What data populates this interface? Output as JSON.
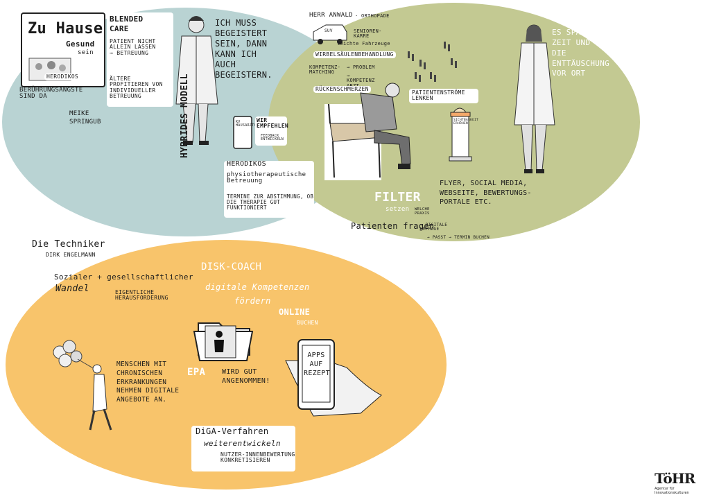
{
  "colors": {
    "blue_region": "#b9d3d3",
    "green_region": "#c3c992",
    "yellow_region": "#f8c46b",
    "ink": "#1b1b1b",
    "paper": "#ffffff"
  },
  "icons": [
    "house-sketch",
    "doctor-figure",
    "car-sketch",
    "footsteps",
    "patient-on-chair",
    "advertising-column",
    "tablet-sketch",
    "folder-icon",
    "person-icon",
    "smartphone-in-hand",
    "balloon-person",
    "doctor-figure-female",
    "arrow"
  ],
  "blue": {
    "zu_hause": "Zu Hause",
    "gesund": "Gesund",
    "sein": "sein",
    "herodikos_photo": "Herodikos",
    "beruehrung": "Berührungsängste sind da",
    "meike": "Meike",
    "springub": "Springub",
    "blended_1": "Blended",
    "blended_2": "care",
    "patient_alone": "Patient nicht allein lassen → Betreuung",
    "aeltere": "Ältere profitieren von individueller Betreuung",
    "ich_muss": "Ich muss begeistert sein, dann kann ich auch begeistern.",
    "hybrides": "Hybrides Modell",
    "kv": "KV Hausarztversorgung",
    "wir_empfehlen": "Wir empfehlen",
    "feedback": "Feedback entwickeln",
    "herodikos": "Herodikos",
    "physio": "physiotherapeutische Betreuung",
    "termine": "Termine zur Abstimmung, ob die Therapie gut funktioniert"
  },
  "green": {
    "herr_anwald": "Herr Anwald",
    "orthopaede": "· Orthopäde",
    "suv": "SUV",
    "senioren": "Senioren-Karre",
    "leichte": "leichte Fahrzeuge",
    "wirbel": "Wirbelsäulenbehandlung",
    "kompetenz_matching": "Kompetenz-Matching",
    "problem": "→ Problem",
    "kompetenz_arzt": "→ Kompetenz Arzt",
    "ruecken": "Rückenschmerzen",
    "patientenstroeme": "Patientenströme lenken",
    "litfass": "Sichtbarkeit erhöhen",
    "flyer": "Flyer, Social media, Webseite, Bewertungs-Portale etc.",
    "filter": "Filter",
    "setzen": "setzen",
    "welche_praxis": "welche Praxis",
    "patienten_fragen": "Patienten fragen",
    "digitale_umfrage": "→ digitale Umfrage",
    "passt": "→ passt → Termin buchen",
    "es_spart": "Es spart Zeit und die Enttäuschung vor Ort"
  },
  "yellow": {
    "die_techniker": "Die Techniker",
    "dirk": "Dirk Engelmann",
    "sozialer": "Sozialer + gesellschaftlicher",
    "wandel": "Wandel",
    "eigentliche": "eigentliche Herausforderung",
    "disk_coach": "DiSK-Coach",
    "digitale_komp": "digitale Kompetenzen",
    "foerdern": "fördern",
    "online": "online",
    "buchen": "buchen",
    "epa": "ePA",
    "wird_gut": "wird gut angenommen!",
    "apps_auf_rezept": "Apps auf Rezept",
    "menschen": "Menschen mit chronischen Erkrankungen nehmen digitale Angebote an.",
    "diga_1": "DiGA-Verfahren",
    "diga_2": "weiterentwickeln",
    "nutzer": "Nutzer-innenbewertung konkretisieren"
  },
  "logo": {
    "mark": "TöHR",
    "tagline": "Agentur für Innovationskulturen"
  }
}
